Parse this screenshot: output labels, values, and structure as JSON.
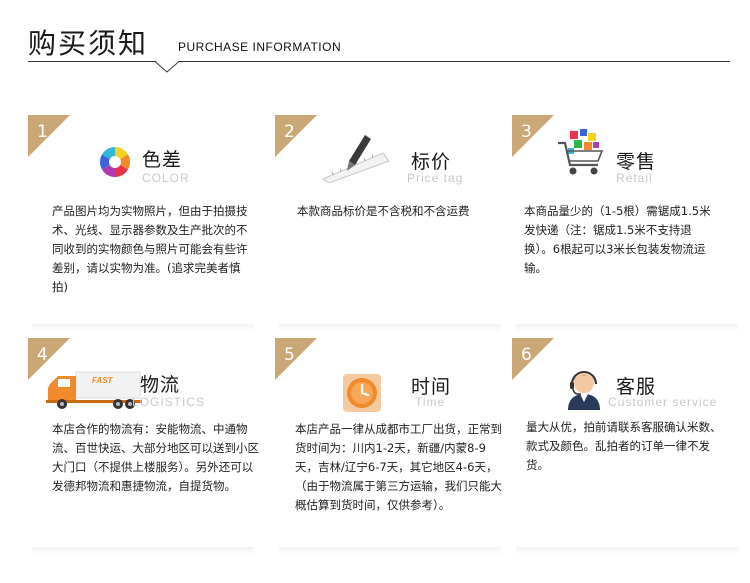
{
  "header": {
    "title": "购买须知",
    "subtitle": "PURCHASE INFORMATION"
  },
  "colors": {
    "badge": "#c9a777",
    "accent_orange": "#f08a2a",
    "text": "#222222",
    "subtitle_gray": "#c9c9c9"
  },
  "cards": [
    {
      "number": "1",
      "icon": "color-wheel-icon",
      "title": "色差",
      "subtitle": "COLOR",
      "description": "产品图片均为实物照片，但由于拍摄技术、光线、显示器参数及生产批次的不同收到的实物颜色与照片可能会有些许差别，请以实物为准。(追求完美者慎拍)"
    },
    {
      "number": "2",
      "icon": "pen-ruler-icon",
      "title": "标价",
      "subtitle": "Price tag",
      "description": "本款商品标价是不含税和不含运费"
    },
    {
      "number": "3",
      "icon": "shopping-cart-icon",
      "title": "零售",
      "subtitle": "Retail",
      "description": "本商品量少的（1-5根）需锯成1.5米发快递（注：锯成1.5米不支持退换）。6根起可以3米长包装发物流运输。"
    },
    {
      "number": "4",
      "icon": "delivery-truck-icon",
      "title": "物流",
      "subtitle": "LOGISTICS",
      "truck_text": "FAST",
      "description": "本店合作的物流有：安能物流、中通物流、百世快运、大部分地区可以送到小区大门口（不提供上楼服务）。另外还可以发德邦物流和惠捷物流，自提货物。"
    },
    {
      "number": "5",
      "icon": "clock-icon",
      "title": "时间",
      "subtitle": "Time",
      "description": "本店产品一律从成都市工厂出货，正常到货时间为：川内1-2天，新疆/内蒙8-9天，吉林/辽宁6-7天，其它地区4-6天，（由于物流属于第三方运输，我们只能大概估算到货时间，仅供参考）。"
    },
    {
      "number": "6",
      "icon": "customer-service-icon",
      "title": "客服",
      "subtitle": "Customer service",
      "description": "量大从优，拍前请联系客服确认米数、款式及颜色。乱拍者的订单一律不发货。"
    }
  ]
}
